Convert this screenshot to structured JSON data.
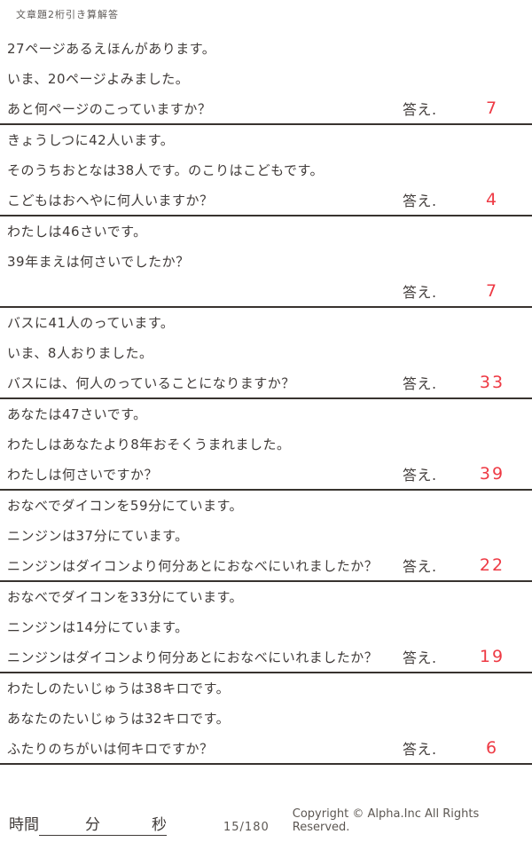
{
  "title": "文章題2桁引き算解答",
  "colors": {
    "answer_red": "#ee3a44",
    "text": "#403b39",
    "rule": "#38332f"
  },
  "answer_label": "答え.",
  "problems": [
    {
      "lines": [
        "27ページあるえほんがあります。",
        "いま、20ページよみました。",
        "あと何ページのこっていますか？"
      ],
      "answer": "7",
      "answer_own_row": false
    },
    {
      "lines": [
        "きょうしつに42人います。",
        "そのうちおとなは38人です。のこりはこどもです。",
        "こどもはおへやに何人いますか？"
      ],
      "answer": "4",
      "answer_own_row": false
    },
    {
      "lines": [
        "わたしは46さいです。",
        "39年まえは何さいでしたか？"
      ],
      "answer": "7",
      "answer_own_row": true
    },
    {
      "lines": [
        "バスに41人のっています。",
        "いま、8人おりました。",
        "バスには、何人のっていることになりますか？"
      ],
      "answer": "33",
      "answer_own_row": false
    },
    {
      "lines": [
        "あなたは47さいです。",
        "わたしはあなたより8年おそくうまれました。",
        "わたしは何さいですか？"
      ],
      "answer": "39",
      "answer_own_row": false
    },
    {
      "lines": [
        "おなべでダイコンを59分にています。",
        "ニンジンは37分にています。",
        "ニンジンはダイコンより何分あとにおなべにいれましたか？"
      ],
      "answer": "22",
      "answer_own_row": false
    },
    {
      "lines": [
        "おなべでダイコンを33分にています。",
        "ニンジンは14分にています。",
        "ニンジンはダイコンより何分あとにおなべにいれましたか？"
      ],
      "answer": "19",
      "answer_own_row": false
    },
    {
      "lines": [
        "わたしのたいじゅうは38キロです。",
        "あなたのたいじゅうは32キロです。",
        "ふたりのちがいは何キロですか？"
      ],
      "answer": "6",
      "answer_own_row": false
    }
  ],
  "footer": {
    "time_label": "時間",
    "minutes_label": "分",
    "seconds_label": "秒",
    "page_number": "15/180",
    "copyright": "Copyright ©  Alpha.Inc All Rights Reserved."
  }
}
